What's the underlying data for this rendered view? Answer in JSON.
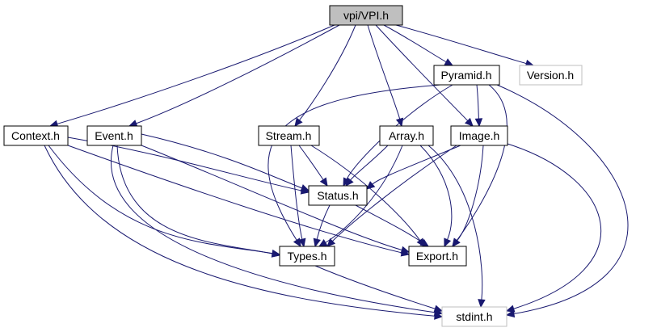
{
  "diagram": {
    "type": "include-dependency-graph",
    "colors": {
      "edge": "#191970",
      "root_fill": "#bfbfbf",
      "root_border": "#000000",
      "node_fill": "#ffffff",
      "node_border": "#000000",
      "external_border": "#bfbfbf"
    },
    "nodes": [
      {
        "id": "vpi",
        "label": "vpi/VPI.h",
        "kind": "root"
      },
      {
        "id": "pyramid",
        "label": "Pyramid.h",
        "kind": "local"
      },
      {
        "id": "version",
        "label": "Version.h",
        "kind": "external"
      },
      {
        "id": "context",
        "label": "Context.h",
        "kind": "local"
      },
      {
        "id": "event",
        "label": "Event.h",
        "kind": "local"
      },
      {
        "id": "stream",
        "label": "Stream.h",
        "kind": "local"
      },
      {
        "id": "array",
        "label": "Array.h",
        "kind": "local"
      },
      {
        "id": "image",
        "label": "Image.h",
        "kind": "local"
      },
      {
        "id": "status",
        "label": "Status.h",
        "kind": "local"
      },
      {
        "id": "types",
        "label": "Types.h",
        "kind": "local"
      },
      {
        "id": "export",
        "label": "Export.h",
        "kind": "local"
      },
      {
        "id": "stdint",
        "label": "stdint.h",
        "kind": "external"
      }
    ],
    "edges": [
      [
        "vpi",
        "context"
      ],
      [
        "vpi",
        "event"
      ],
      [
        "vpi",
        "stream"
      ],
      [
        "vpi",
        "array"
      ],
      [
        "vpi",
        "image"
      ],
      [
        "vpi",
        "pyramid"
      ],
      [
        "vpi",
        "version"
      ],
      [
        "pyramid",
        "image"
      ],
      [
        "pyramid",
        "status"
      ],
      [
        "pyramid",
        "types"
      ],
      [
        "pyramid",
        "export"
      ],
      [
        "pyramid",
        "stdint"
      ],
      [
        "context",
        "status"
      ],
      [
        "context",
        "types"
      ],
      [
        "context",
        "export"
      ],
      [
        "context",
        "stdint"
      ],
      [
        "event",
        "status"
      ],
      [
        "event",
        "types"
      ],
      [
        "event",
        "export"
      ],
      [
        "event",
        "stdint"
      ],
      [
        "stream",
        "status"
      ],
      [
        "stream",
        "types"
      ],
      [
        "stream",
        "export"
      ],
      [
        "array",
        "status"
      ],
      [
        "array",
        "types"
      ],
      [
        "array",
        "export"
      ],
      [
        "array",
        "stdint"
      ],
      [
        "image",
        "status"
      ],
      [
        "image",
        "types"
      ],
      [
        "image",
        "export"
      ],
      [
        "image",
        "stdint"
      ],
      [
        "status",
        "types"
      ],
      [
        "status",
        "export"
      ],
      [
        "types",
        "stdint"
      ]
    ]
  }
}
